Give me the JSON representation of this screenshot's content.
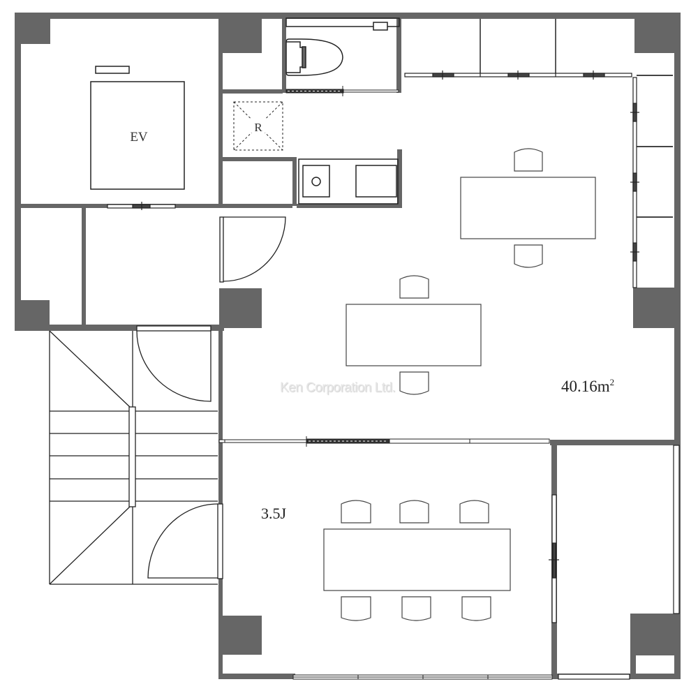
{
  "floor_plan": {
    "title": "Office floor plan",
    "colors": {
      "wall": "#666666",
      "line": "#222222",
      "background": "#ffffff",
      "watermark": "#e6e6e6"
    },
    "labels": {
      "elevator": "EV",
      "refuse": "R",
      "main_area": "40.16m",
      "main_area_sup": "2",
      "meeting_room": "3.5J",
      "watermark": "Ken Corporation Ltd."
    },
    "rooms": [
      {
        "name": "Elevator hall",
        "label": "EV"
      },
      {
        "name": "Toilet"
      },
      {
        "name": "Kitchenette"
      },
      {
        "name": "Main office",
        "area": "40.16m²"
      },
      {
        "name": "Meeting room",
        "size": "3.5J"
      },
      {
        "name": "Staircase"
      },
      {
        "name": "Balcony"
      }
    ],
    "furniture": {
      "office_tables": 2,
      "office_chairs": 4,
      "meeting_tables": 1,
      "meeting_chairs": 6
    }
  }
}
